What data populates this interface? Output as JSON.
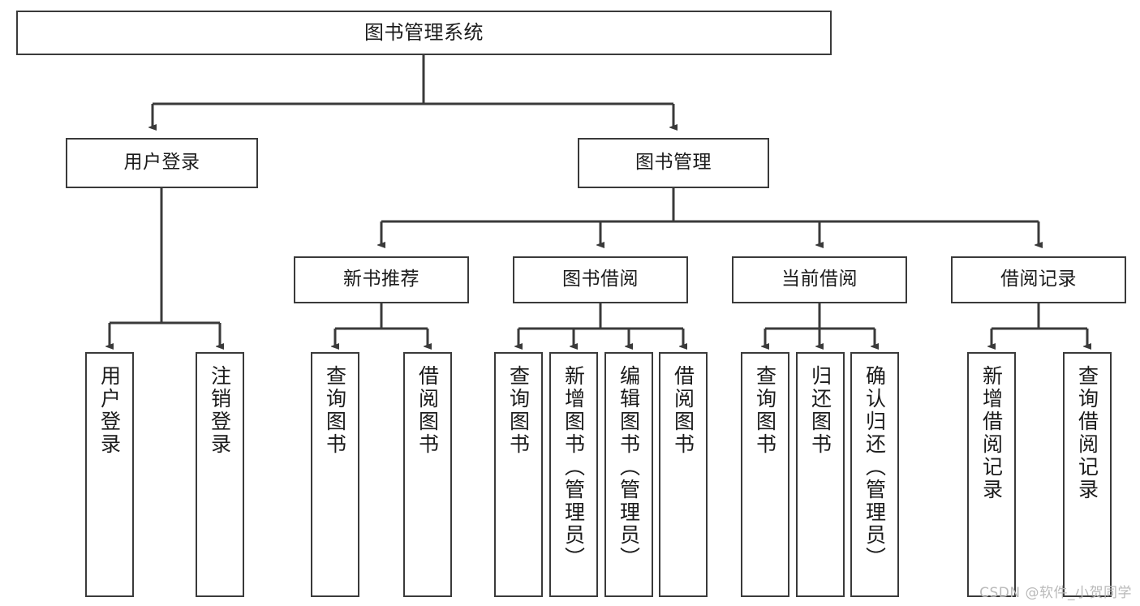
{
  "diagram": {
    "type": "tree-hierarchy-flowchart",
    "root": {
      "id": "root",
      "label": "图书管理系统"
    },
    "level2": [
      {
        "id": "user-login",
        "label": "用户登录"
      },
      {
        "id": "book-manage",
        "label": "图书管理"
      }
    ],
    "level3": [
      {
        "id": "new-book-rec",
        "label": "新书推荐"
      },
      {
        "id": "book-borrow",
        "label": "图书借阅"
      },
      {
        "id": "current-borrow",
        "label": "当前借阅"
      },
      {
        "id": "borrow-record",
        "label": "借阅记录"
      }
    ],
    "leaves": {
      "user_login": [
        {
          "id": "leaf-user-login",
          "label": "用户登录"
        },
        {
          "id": "leaf-logout",
          "label": "注销登录"
        }
      ],
      "new_book_rec": [
        {
          "id": "leaf-query-book-1",
          "label": "查询图书"
        },
        {
          "id": "leaf-borrow-book-1",
          "label": "借阅图书"
        }
      ],
      "book_borrow": [
        {
          "id": "leaf-query-book-2",
          "label": "查询图书"
        },
        {
          "id": "leaf-add-book",
          "label": "新增图书（管理员）"
        },
        {
          "id": "leaf-edit-book",
          "label": "编辑图书（管理员）"
        },
        {
          "id": "leaf-borrow-book-2",
          "label": "借阅图书"
        }
      ],
      "current_borrow": [
        {
          "id": "leaf-query-book-3",
          "label": "查询图书"
        },
        {
          "id": "leaf-return-book",
          "label": "归还图书"
        },
        {
          "id": "leaf-confirm-return",
          "label": "确认归还（管理员）"
        }
      ],
      "borrow_record": [
        {
          "id": "leaf-add-record",
          "label": "新增借阅记录"
        },
        {
          "id": "leaf-query-record",
          "label": "查询借阅记录"
        }
      ]
    },
    "colors": {
      "stroke": "#3a3a3a",
      "fill": "#ffffff",
      "text": "#1b1b1b",
      "watermark": "#b9b9b9"
    }
  },
  "watermark": {
    "text": "CSDN @软件_小贺同学"
  }
}
